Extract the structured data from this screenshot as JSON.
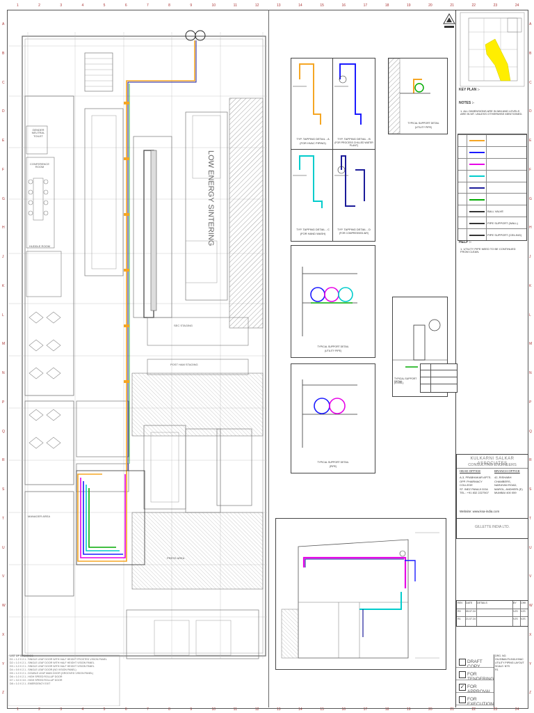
{
  "drawing": {
    "main_plan_title": "LOW ENERGY SINTERING",
    "rooms": [
      "GENDER NEUTRAL TOILET",
      "CONFERENCE ROOM",
      "HUDDLE ROOM",
      "SEC STAGING",
      "POST HAM STAGING",
      "MANAGER AREA",
      "PRESS AREA"
    ],
    "notes_left": [
      "LIST OF OPENINGS",
      "D1 = 1.2 X 2.1 - SINGLE LEAF DOOR WITH HALF HEIGHT FROSTED VISION PANEL",
      "D2 = 1.0 X 2.1 - SINGLE LEAF DOOR WITH HALF HEIGHT VISION PANEL",
      "D3 = 1.0 X 2.1 - SINGLE LEAF DOOR WITH HALF HEIGHT VISION PANEL",
      "D4 = 0.9 X 2.1 - SINGLE LEAF DOOR (NO VISION PANEL)",
      "D5 = 1.0 X 2.1 - DOUBLE LEAF MAIN DOOR (GROOVED VISION PANEL)",
      "D6 = 1.0 X 2.1 - HIGH SPEED ROLLUP DOOR",
      "D7 = 3.0 X 3.0 - HIGH SPEED ROLLUP DOOR",
      "D8 = 1.0 X 2.1 - EMERGENCY EXIT"
    ]
  },
  "key_plan": {
    "label": "KEY PLAN :-"
  },
  "notes": {
    "heading": "NOTES :-",
    "items": [
      "1. ALL DIMENSIONS ARE IN MM AND LEVELS ARE IN MT. UNLESS OTHERWISE MENTIONED."
    ]
  },
  "legend": {
    "rows": [
      {
        "color": "#f5a623",
        "label": ""
      },
      {
        "color": "#1a1aff",
        "label": ""
      },
      {
        "color": "#e600e6",
        "label": ""
      },
      {
        "color": "#00cccc",
        "label": ""
      },
      {
        "color": "#1a1a99",
        "label": ""
      },
      {
        "color": "#00aa00",
        "label": ""
      },
      {
        "color": "#333333",
        "label": "BALL VALVE"
      },
      {
        "color": "#333333",
        "label": "PIPE SUPPORT (WALL)"
      },
      {
        "color": "#333333",
        "label": "PIPE SUPPORT (CEILING)"
      }
    ]
  },
  "help": {
    "heading": "HELP :-",
    "items": [
      "1. UTILITY PIPE NEED TO BE CONTINUED FROM CLEAN."
    ]
  },
  "details": [
    {
      "title": "TYP. TAPPING DETAIL - A",
      "sub": "(FOR HVAC PIPING)",
      "color": "#f5a623"
    },
    {
      "title": "TYP. TAPPING DETAIL - B",
      "sub": "(FOR PROCESS CHILLED WATER PLANT)",
      "color": "#1a1aff"
    },
    {
      "title": "TYP. TAPPING DETAIL - C",
      "sub": "(FOR HAND WASH)",
      "color": "#00cccc"
    },
    {
      "title": "TYP. TAPPING DETAIL - D",
      "sub": "(FOR COMPRESSED AIR)",
      "color": "#1a1a99"
    }
  ],
  "support_details": [
    {
      "title": "TYPICAL SUPPORT DETAIL",
      "sub": "(UTILITY PIPE)"
    },
    {
      "title": "TYPICAL SUPPORT DETAIL",
      "sub": "(UTILITY PIPE)"
    },
    {
      "title": "TYPICAL SUPPORT DETAIL",
      "sub": "(PIPE)"
    },
    {
      "title": "TYPICAL SUPPORT DETAIL",
      "sub": "(STEEL)"
    }
  ],
  "consultant": {
    "name": "KULKARNI SALKAR ASSOCIATES",
    "tagline": "CONSULTING ENGINEERS",
    "head_office_label": "HEAD OFFICE",
    "branch_office_label": "BRANCH OFFICE",
    "head_office_lines": [
      "A-3, PRABHAKAR APTS.",
      "OPP. PHARMACY COLLEGE",
      "ST. INEZ PANAJI GOA",
      "TEL.: +91 832 2227507"
    ],
    "branch_office_lines": [
      "42, RISHABH CHAMBERS,",
      "NARAYAN ROAD,",
      "MAROL, ANDHERI (E)",
      "MUMBAI 400 059"
    ],
    "website": "Website: www.ksa-india.com"
  },
  "client": "GILLETTE INDIA LTD.",
  "revisions": {
    "headers": [
      "REV",
      "DATE",
      "DETAILS",
      "BY",
      "CHK"
    ],
    "rows": [
      [
        "R0",
        "05.07.24",
        "",
        "VJS",
        "VJS"
      ],
      [
        "R1",
        "21.07.24",
        "",
        "VJS",
        "VJS"
      ]
    ]
  },
  "status": {
    "items": [
      {
        "label": "DRAFT COPY",
        "checked": false
      },
      {
        "label": "FOR TENDERING",
        "checked": false
      },
      {
        "label": "FOR APPROVAL",
        "checked": true
      },
      {
        "label": "FOR EXECUTION",
        "checked": false
      }
    ]
  },
  "drawing_no": {
    "lines": [
      "DRG. NO.",
      "GIL/GBA/UTL/04/L/HVAC",
      "UTILITY PIPING LAYOUT",
      "SCALE: NTS",
      "R1"
    ]
  },
  "ruler": {
    "top": [
      "1",
      "2",
      "3",
      "4",
      "5",
      "6",
      "7",
      "8",
      "9",
      "10",
      "11",
      "12",
      "13",
      "14",
      "15",
      "16",
      "17",
      "18",
      "19",
      "20",
      "21",
      "22",
      "23",
      "24"
    ],
    "side": [
      "A",
      "B",
      "C",
      "D",
      "E",
      "F",
      "G",
      "H",
      "J",
      "K",
      "L",
      "M",
      "N",
      "P",
      "Q",
      "R",
      "S",
      "T",
      "U",
      "V",
      "W",
      "X",
      "Y",
      "Z"
    ]
  }
}
